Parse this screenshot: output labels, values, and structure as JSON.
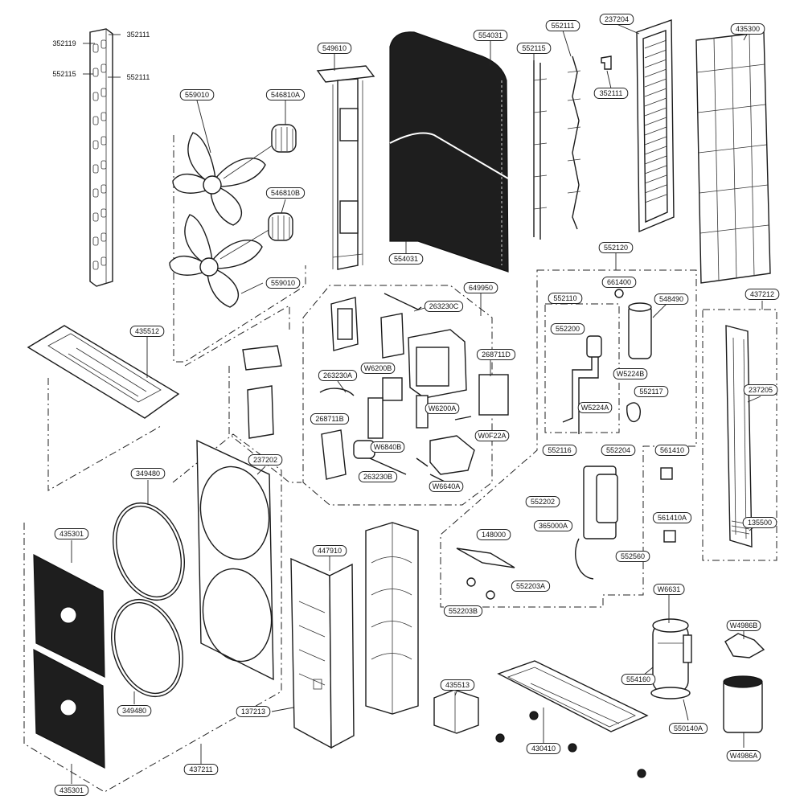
{
  "labels": [
    "352119",
    "352111",
    "552115",
    "552111",
    "559010",
    "546810A",
    "546810B",
    "559010",
    "549610",
    "554031",
    "554031",
    "552115",
    "552111",
    "237204",
    "352111",
    "435300",
    "435512",
    "649950",
    "263230C",
    "268711D",
    "263230A",
    "W6200B",
    "W6200A",
    "W0F22A",
    "268711B",
    "W6840B",
    "W6640A",
    "263230B",
    "552120",
    "661400",
    "552110",
    "552200",
    "548490",
    "W5224B",
    "W5224A",
    "552117",
    "437212",
    "237205",
    "552116",
    "552204",
    "561410",
    "552202",
    "365000A",
    "561410A",
    "552560",
    "148000",
    "552203A",
    "552203B",
    "135500",
    "237202",
    "349480",
    "349480",
    "435301",
    "435301",
    "447910",
    "137213",
    "437211",
    "435513",
    "430410",
    "W6631",
    "554160",
    "550140A",
    "W4986B",
    "W4986A"
  ]
}
